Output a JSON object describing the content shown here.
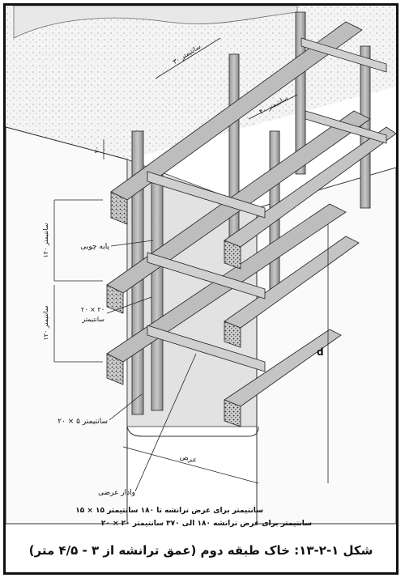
{
  "dims": {
    "d30": "۳۰ سانتیمتر",
    "d40": "۴۰ سانتیمتر",
    "d20": "۲۰",
    "d120a": "۱۲۰ سانتیمتر",
    "d120b": "۱۲۰ سانتیمتر",
    "arz": "عرض",
    "d": "d"
  },
  "labels": {
    "paye": "پایه چوبی",
    "beam20_a": "۲۰ × ۲۰",
    "beam20_b": "سانتیمتر",
    "plank": "۲۰ × ۵ سانتیمتر",
    "vadar": "وادار عرضی"
  },
  "notes": {
    "line1": "۱۵ × ۱۵ سانتیمتر برای عرض ترانشه تا ۱۸۰ سانتیمتر",
    "line2": "۲۰ × ۲۰ سانتیمتر برای عرض ترانشه ۱۸۰ الی ۳۷۰ سانتیمتر"
  },
  "caption": "شکل ۱-۲-۱۳: خاک طبقه دوم (عمق ترانشه از ۳ - ۴/۵ متر)"
}
